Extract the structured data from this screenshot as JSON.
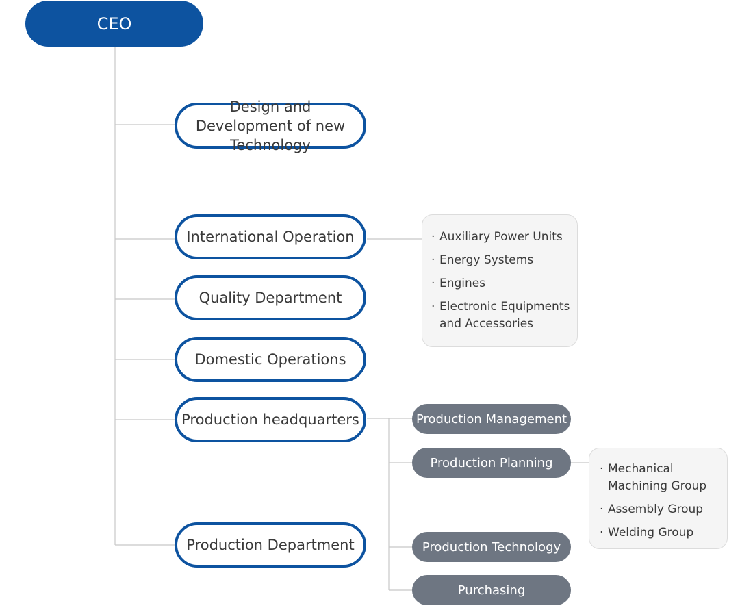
{
  "ceo": {
    "label": "CEO"
  },
  "departments": {
    "design": "Design and Development of new Technology",
    "international": "International Operation",
    "quality": "Quality Department",
    "domestic": "Domestic Operations",
    "production_hq": "Production headquarters",
    "production_dept": "Production Department"
  },
  "international_products": [
    "Auxiliary Power Units",
    "Energy Systems",
    "Engines",
    "Electronic Equipments and Accessories"
  ],
  "production_units": {
    "management": "Production Management",
    "planning": "Production Planning",
    "technology": "Production Technology",
    "purchasing": "Purchasing"
  },
  "planning_groups": [
    "Mechanical Machining Group",
    "Assembly Group",
    "Welding Group"
  ],
  "colors": {
    "primary_blue": "#0d53a0",
    "sub_gray": "#6e7682",
    "panel_bg": "#f5f5f5",
    "line": "#c8c8c8"
  }
}
